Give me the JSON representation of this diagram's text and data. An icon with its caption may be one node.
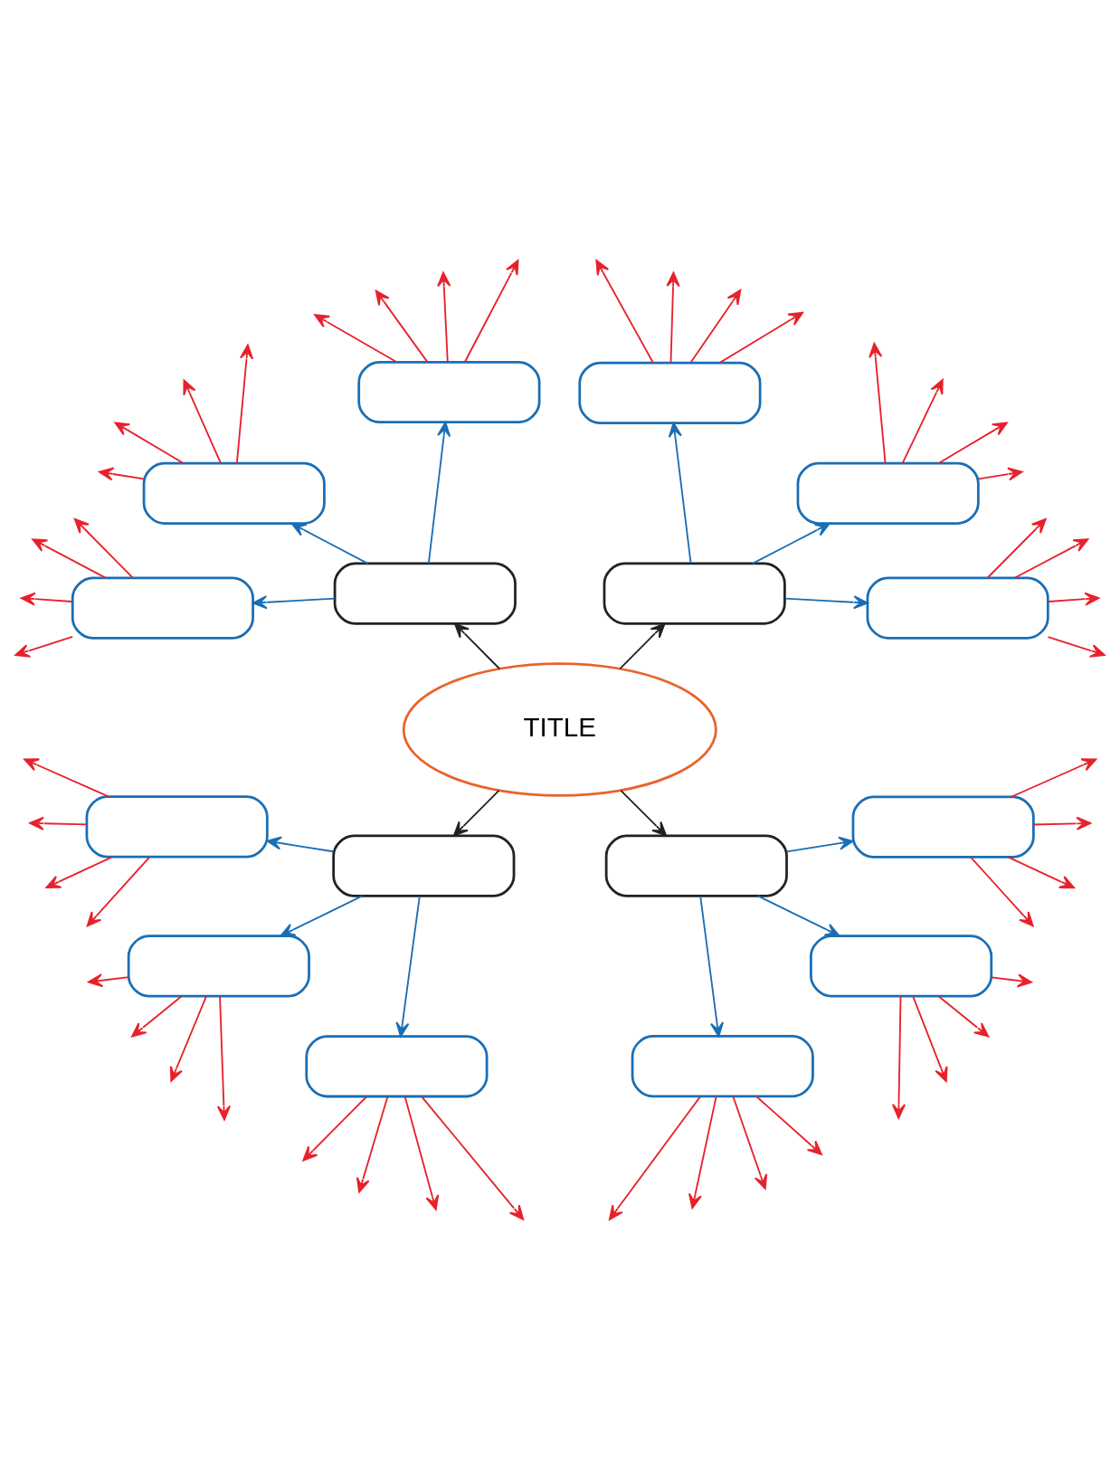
{
  "diagram": {
    "nodes": [
      {
        "text": [],
        "shape": "box"
      },
      {
        "text": [],
        "shape": "box"
      },
      {
        "text": [],
        "shape": "box"
      },
      {
        "text": [],
        "shape": "box"
      },
      {
        "text": [],
        "shape": "box"
      },
      {
        "text": [],
        "shape": "box"
      },
      {
        "text": [],
        "shape": "box"
      },
      {
        "text": [],
        "shape": "box"
      },
      {
        "text": [
          "TITLE"
        ]
      },
      {
        "text": [],
        "shape": "box"
      },
      {
        "text": [],
        "shape": "box"
      },
      {
        "text": [],
        "shape": "box"
      },
      {
        "text": [],
        "shape": "box"
      },
      {
        "text": [],
        "shape": "box"
      },
      {
        "text": [],
        "shape": "box"
      },
      {
        "text": [],
        "shape": "box"
      },
      {
        "text": [],
        "shape": "box"
      }
    ],
    "edges": [
      {
        "from": 8,
        "to": 4,
        "arrow": "to",
        "color": "#222222"
      },
      {
        "from": 8,
        "to": 5,
        "arrow": "to",
        "color": "#222222"
      },
      {
        "from": 8,
        "to": 11,
        "arrow": "to",
        "color": "#222222"
      },
      {
        "from": 8,
        "to": 12,
        "arrow": "to",
        "color": "#222222"
      },
      {
        "from": 4,
        "to": 0,
        "arrow": "to",
        "color": "#1a6eb5"
      },
      {
        "from": 4,
        "to": 2,
        "arrow": "to",
        "color": "#1a6eb5"
      },
      {
        "from": 4,
        "to": 6,
        "arrow": "to",
        "color": "#1a6eb5"
      },
      {
        "from": 5,
        "to": 1,
        "arrow": "to",
        "color": "#1a6eb5"
      },
      {
        "from": 5,
        "to": 3,
        "arrow": "to",
        "color": "#1a6eb5"
      },
      {
        "from": 5,
        "to": 7,
        "arrow": "to",
        "color": "#1a6eb5"
      },
      {
        "from": 11,
        "to": 9,
        "arrow": "to",
        "color": "#1a6eb5"
      },
      {
        "from": 11,
        "to": 13,
        "arrow": "to",
        "color": "#1a6eb5"
      },
      {
        "from": 11,
        "to": 15,
        "arrow": "to",
        "color": "#1a6eb5"
      },
      {
        "from": 12,
        "to": 10,
        "arrow": "to",
        "color": "#1a6eb5"
      },
      {
        "from": 12,
        "to": 14,
        "arrow": "to",
        "color": "#1a6eb5"
      },
      {
        "from": 12,
        "to": 16,
        "arrow": "to",
        "color": "#1a6eb5"
      },
      {
        "from": 0,
        "to": null,
        "arrow": "to"
      },
      {
        "from": 0,
        "to": null,
        "arrow": "to"
      },
      {
        "from": 0,
        "to": null,
        "arrow": "to"
      },
      {
        "from": 0,
        "to": null,
        "arrow": "to"
      },
      {
        "from": 1,
        "to": null,
        "arrow": "to"
      },
      {
        "from": 1,
        "to": null,
        "arrow": "to"
      },
      {
        "from": 1,
        "to": null,
        "arrow": "to"
      },
      {
        "from": 1,
        "to": null,
        "arrow": "to"
      },
      {
        "from": 2,
        "to": null,
        "arrow": "to"
      },
      {
        "from": 2,
        "to": null,
        "arrow": "to"
      },
      {
        "from": 2,
        "to": null,
        "arrow": "to"
      },
      {
        "from": 2,
        "to": null,
        "arrow": "to"
      },
      {
        "from": 3,
        "to": null,
        "arrow": "to"
      },
      {
        "from": 3,
        "to": null,
        "arrow": "to"
      },
      {
        "from": 3,
        "to": null,
        "arrow": "to"
      },
      {
        "from": 3,
        "to": null,
        "arrow": "to"
      },
      {
        "from": 6,
        "to": null,
        "arrow": "to"
      },
      {
        "from": 6,
        "to": null,
        "arrow": "to"
      },
      {
        "from": 6,
        "to": null,
        "arrow": "to"
      },
      {
        "from": 6,
        "to": null,
        "arrow": "to"
      },
      {
        "from": 7,
        "to": null,
        "arrow": "to"
      },
      {
        "from": 7,
        "to": null,
        "arrow": "to"
      },
      {
        "from": 7,
        "to": null,
        "arrow": "to"
      },
      {
        "from": 7,
        "to": null,
        "arrow": "to"
      },
      {
        "from": 9,
        "to": null,
        "arrow": "to"
      },
      {
        "from": 9,
        "to": null,
        "arrow": "to"
      },
      {
        "from": 9,
        "to": null,
        "arrow": "to"
      },
      {
        "from": 9,
        "to": null,
        "arrow": "to"
      },
      {
        "from": 10,
        "to": null,
        "arrow": "to"
      },
      {
        "from": 10,
        "to": null,
        "arrow": "to"
      },
      {
        "from": 10,
        "to": null,
        "arrow": "to"
      },
      {
        "from": 10,
        "to": null,
        "arrow": "to"
      },
      {
        "from": 13,
        "to": null,
        "arrow": "to"
      },
      {
        "from": 13,
        "to": null,
        "arrow": "to"
      },
      {
        "from": 13,
        "to": null,
        "arrow": "to"
      },
      {
        "from": 13,
        "to": null,
        "arrow": "to"
      },
      {
        "from": 14,
        "to": null,
        "arrow": "to"
      },
      {
        "from": 14,
        "to": null,
        "arrow": "to"
      },
      {
        "from": 14,
        "to": null,
        "arrow": "to"
      },
      {
        "from": 14,
        "to": null,
        "arrow": "to"
      },
      {
        "from": 15,
        "to": null,
        "arrow": "to"
      },
      {
        "from": 15,
        "to": null,
        "arrow": "to"
      },
      {
        "from": 15,
        "to": null,
        "arrow": "to"
      },
      {
        "from": 15,
        "to": null,
        "arrow": "to"
      },
      {
        "from": 16,
        "to": null,
        "arrow": "to"
      },
      {
        "from": 16,
        "to": null,
        "arrow": "to"
      },
      {
        "from": 16,
        "to": null,
        "arrow": "to"
      },
      {
        "from": 16,
        "to": null,
        "arrow": "to"
      }
    ]
  }
}
